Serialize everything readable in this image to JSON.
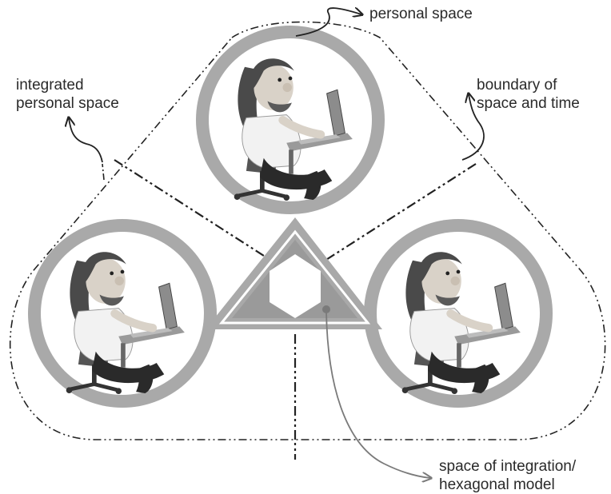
{
  "labels": {
    "personal_space": "personal space",
    "integrated_personal_space": [
      "integrated",
      "personal space"
    ],
    "boundary": [
      "boundary of",
      "space and time"
    ],
    "integration": [
      "space of integration/",
      "hexagonal model"
    ]
  },
  "colors": {
    "ring": "#a9a9a9",
    "inner_triangle": "#9a9a9a",
    "hexagon": "#ffffff",
    "boundary_line": "#222222",
    "arrow_dark": "#222222",
    "arrow_gray": "#7a7a7a",
    "figure_skin": "#d9d2c8",
    "figure_hair": "#4a4a4a",
    "figure_shirt": "#f2f2f2",
    "figure_pants": "#2a2a2a",
    "laptop": "#8c8c8c"
  },
  "icons": {
    "person": "person-at-laptop-icon"
  }
}
